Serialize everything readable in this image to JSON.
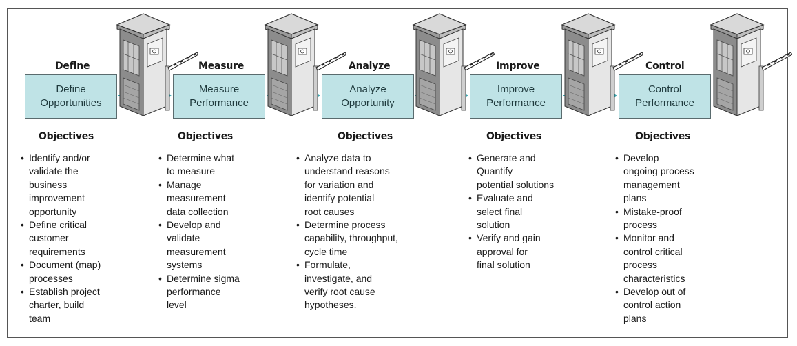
{
  "phases": [
    {
      "title": "Define",
      "box": "Define\nOpportunities",
      "objectives_heading": "Objectives",
      "objectives": [
        "Identify and/or\nvalidate the\nbusiness\nimprovement\nopportunity",
        "Define critical\ncustomer\nrequirements",
        "Document (map)\nprocesses",
        "Establish project\ncharter, build\nteam"
      ]
    },
    {
      "title": "Measure",
      "box": "Measure\nPerformance",
      "objectives_heading": "Objectives",
      "objectives": [
        "Determine what\nto measure",
        "Manage\nmeasurement\ndata collection",
        "Develop and\nvalidate\nmeasurement\nsystems",
        "Determine sigma\nperformance\nlevel"
      ]
    },
    {
      "title": "Analyze",
      "box": "Analyze\nOpportunity",
      "objectives_heading": "Objectives",
      "objectives": [
        "Analyze data to\nunderstand reasons\nfor variation and\nidentify potential\nroot causes",
        "Determine process\ncapability, throughput,\ncycle time",
        "Formulate,\ninvestigate, and\nverify root cause\nhypotheses."
      ]
    },
    {
      "title": "Improve",
      "box": "Improve\nPerformance",
      "objectives_heading": "Objectives",
      "objectives": [
        "Generate and\nQuantify\npotential solutions",
        "Evaluate and\nselect final\nsolution",
        "Verify and gain\napproval for\nfinal solution"
      ]
    },
    {
      "title": "Control",
      "box": "Control\nPerformance",
      "objectives_heading": "Objectives",
      "objectives": [
        "Develop\nongoing process\nmanagement\nplans",
        "Mistake-proof\nprocess",
        "Monitor and\ncontrol critical\nprocess\ncharacteristics",
        "Develop out of\ncontrol action\nplans"
      ]
    }
  ],
  "colors": {
    "box_fill": "#bfe3e6",
    "arrow": "#3aa6b0",
    "border": "#555555"
  },
  "icons": [
    "tollgate-booth-icon"
  ]
}
